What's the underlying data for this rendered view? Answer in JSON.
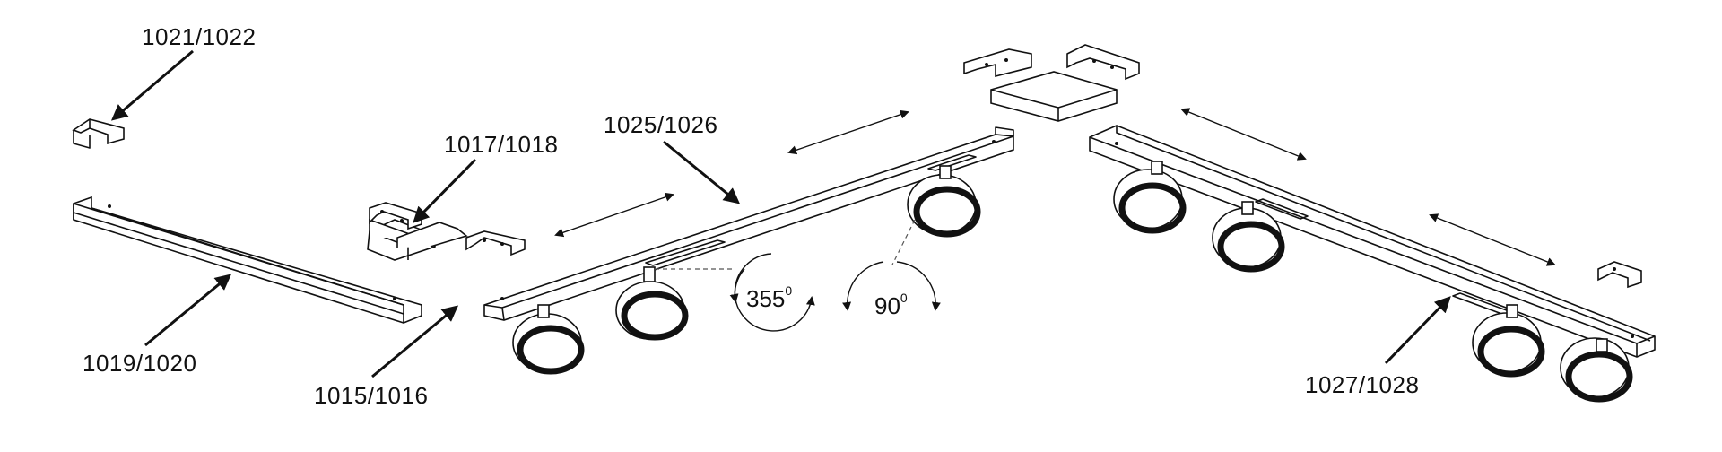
{
  "labels": {
    "l1021": "1021/1022",
    "l1017": "1017/1018",
    "l1025": "1025/1026",
    "l1019": "1019/1020",
    "l1015": "1015/1016",
    "l1027": "1027/1028"
  },
  "angles": {
    "rotation": "355",
    "tilt": "90",
    "degree_mark": "0"
  },
  "colors": {
    "line": "#111111",
    "background": "#ffffff"
  }
}
